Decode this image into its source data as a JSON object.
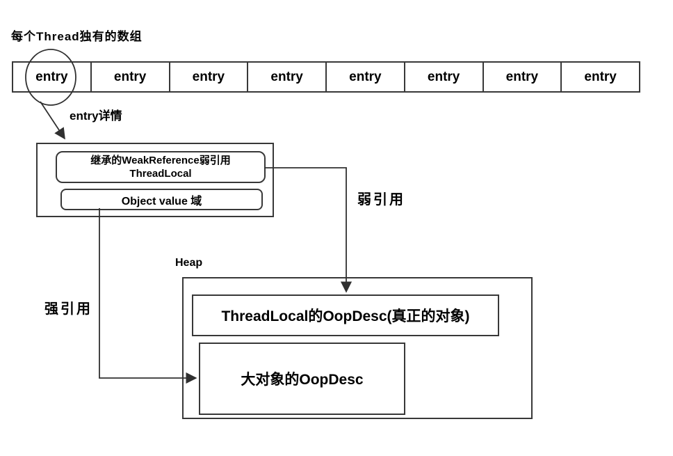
{
  "diagram": {
    "title": "每个Thread独有的数组",
    "colors": {
      "line": "#303030",
      "text": "#000000",
      "background": "#ffffff"
    }
  },
  "array": {
    "cells": [
      "entry",
      "entry",
      "entry",
      "entry",
      "entry",
      "entry",
      "entry",
      "entry"
    ]
  },
  "labels": {
    "entry_detail": "entry详情",
    "weak_ref": "弱引用",
    "strong_ref": "强引用",
    "heap": "Heap"
  },
  "entry_detail_box": {
    "weak_ref_field_line1": "继承的WeakReference弱引用",
    "weak_ref_field_line2": "ThreadLocal",
    "value_field": "Object value 域"
  },
  "heap": {
    "threadlocal_oopdesc": "ThreadLocal的OopDesc(真正的对象)",
    "big_object_oopdesc": "大对象的OopDesc"
  }
}
